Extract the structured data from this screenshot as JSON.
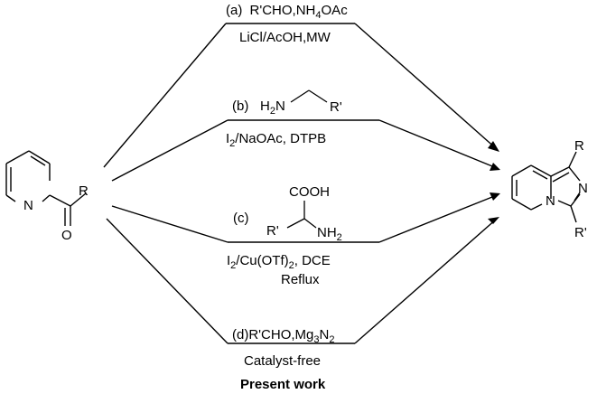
{
  "routes": {
    "a": {
      "tag": "(a)",
      "reagent": "R'CHO,NH",
      "reagent_sub": "4",
      "reagent_tail": "OAc",
      "conditions": "LiCl/AcOH,MW"
    },
    "b": {
      "tag": "(b)",
      "conditions_pre": "I",
      "conditions_sub": "2",
      "conditions_tail": "/NaOAc, DTPB",
      "amine": {
        "h": "H",
        "h_sub": "2",
        "n": "N",
        "r": "R'"
      }
    },
    "c": {
      "tag": "(c)",
      "acid": {
        "cooh": "COOH",
        "r": "R'",
        "nh": "NH",
        "nh_sub": "2"
      },
      "conditions_pre": "I",
      "conditions_sub": "2",
      "conditions_mid": "/Cu(OTf)",
      "conditions_sub2": "2",
      "conditions_tail": ", DCE",
      "conditions2": "Reflux"
    },
    "d": {
      "tag": "(d)",
      "reagent": "R'CHO,Mg",
      "reagent_sub": "3",
      "reagent_mid": "N",
      "reagent_sub2": "2",
      "conditions": "Catalyst-free",
      "footer": "Present work"
    }
  },
  "start_material": {
    "n": "N",
    "o": "O",
    "r": "R"
  },
  "product": {
    "n_ring": "N",
    "n_imid": "N",
    "r_top": "R",
    "r_bottom": "R'"
  }
}
